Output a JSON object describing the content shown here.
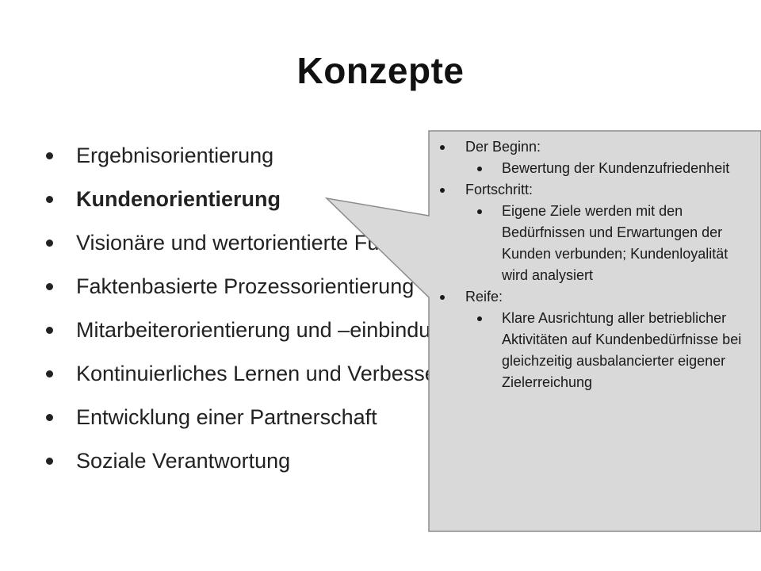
{
  "slide": {
    "title": "Konzepte",
    "bullets": [
      "Ergebnisorientierung",
      "Kundenorientierung",
      "Visionäre und wertorientierte Führung",
      "Faktenbasierte Prozessorientierung",
      "Mitarbeiterorientierung und –einbindung",
      "Kontinuierliches Lernen und Verbesserung",
      "Entwicklung einer Partnerschaft",
      "Soziale Verantwortung"
    ]
  },
  "callout": {
    "stage1_label": "Der Beginn:",
    "stage1_text": "Bewertung der Kundenzufriedenheit",
    "stage2_label": "Fortschritt:",
    "stage2_text": "Eigene Ziele werden mit den Bedürfnissen und Erwartungen der Kunden verbunden; Kundenloyalität wird analysiert",
    "stage3_label": "Reife:",
    "stage3_text": "Klare Ausrichtung aller betrieblicher Aktivitäten auf Kundenbedürfnisse bei gleichzeitig ausbalancierter eigener Zielerreichung"
  },
  "colors": {
    "callout_fill": "#d9d9d9",
    "callout_border": "#8c8c8c",
    "text": "#1a1a1a"
  }
}
